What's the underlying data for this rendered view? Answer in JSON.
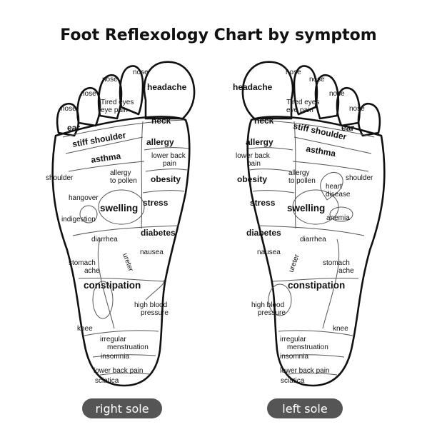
{
  "title": "Foot Reflexology Chart by symptom",
  "colors": {
    "ink": "#111111",
    "zone_line": "#555555",
    "pill": "#555555",
    "pill_text": "#ffffff",
    "background": "#ffffff"
  },
  "right_sole": {
    "caption": "right sole",
    "labels": {
      "nose_1": "nose",
      "nose_2": "nose",
      "nose_3": "nose",
      "nose_4": "nose",
      "headache": "headache",
      "tired_eyes": "Tired eyes",
      "eye_pain": "eye pain",
      "ear": "ear",
      "neck": "neck",
      "stiff_shoulder": "stiff shoulder",
      "allergy": "allergy",
      "asthma": "asthma",
      "lower_back_pain_1": "lower back",
      "lower_back_pain_2": "pain",
      "shoulder": "shoulder",
      "allergy_to_pollen_1": "allergy",
      "allergy_to_pollen_2": "to pollen",
      "obesity": "obesity",
      "hangover": "hangover",
      "stress": "stress",
      "swelling": "swelling",
      "indigestion": "indigestion",
      "diabetes": "diabetes",
      "diarrhea": "diarrhea",
      "nausea": "nausea",
      "ureter": "ureter",
      "stomach_ache_1": "stomach",
      "stomach_ache_2": "ache",
      "constipation": "constipation",
      "high_blood_pressure_1": "high blood",
      "high_blood_pressure_2": "pressure",
      "knee": "knee",
      "irregular_menstruation_1": "irregular",
      "irregular_menstruation_2": "menstruation",
      "insomnia": "insomnia",
      "lower_back_pain_heel": "lower back pain",
      "sciatica": "sciatica"
    }
  },
  "left_sole": {
    "caption": "left sole",
    "labels": {
      "nose_1": "nose",
      "nose_2": "nose",
      "nose_3": "nose",
      "nose_4": "nose",
      "headache": "headache",
      "tired_eyes": "Tired eyes",
      "eye_pain": "eye pain",
      "ear": "ear",
      "neck": "neck",
      "stiff_shoulder": "stiff shoulder",
      "allergy": "allergy",
      "asthma": "asthma",
      "lower_back_pain_1": "lower back",
      "lower_back_pain_2": "pain",
      "shoulder": "shoulder",
      "allergy_to_pollen_1": "allergy",
      "allergy_to_pollen_2": "to pollen",
      "obesity": "obesity",
      "heart_disease_1": "heart",
      "heart_disease_2": "disease",
      "stress": "stress",
      "swelling": "swelling",
      "anemia": "anemia",
      "diabetes": "diabetes",
      "diarrhea": "diarrhea",
      "nausea": "nausea",
      "ureter": "ureter",
      "stomach_ache_1": "stomach",
      "stomach_ache_2": "ache",
      "constipation": "constipation",
      "high_blood_pressure_1": "high blood",
      "high_blood_pressure_2": "pressure",
      "knee": "knee",
      "irregular_menstruation_1": "irregular",
      "irregular_menstruation_2": "menstruation",
      "insomnia": "insomnia",
      "lower_back_pain_heel": "lower back pain",
      "sciatica": "sciatica"
    }
  }
}
